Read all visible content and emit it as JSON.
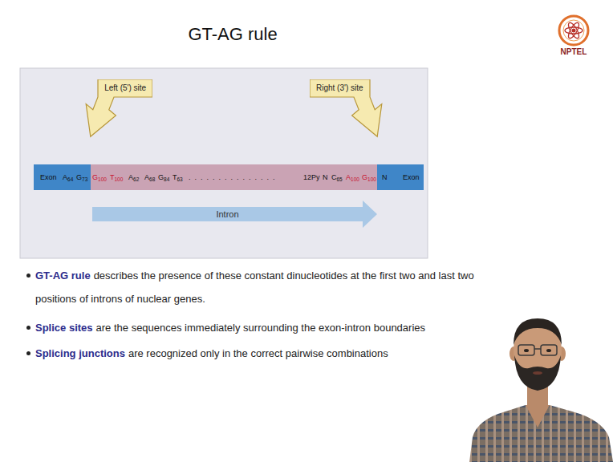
{
  "diagram": {
    "title": "GT-AG rule",
    "nodes": [
      {
        "text": [
          "Left (5') site"
        ]
      },
      {
        "text": [
          "Right (3') site"
        ]
      },
      {
        "text": [
          "Exon",
          "A64",
          "G73"
        ]
      },
      {
        "text": [
          "G100",
          "T100",
          "A62",
          "A68",
          "G84",
          "T63",
          "...............",
          "12Py",
          "N",
          "C65",
          "A100",
          "G100"
        ]
      },
      {
        "text": [
          "N",
          "Exon"
        ]
      },
      {
        "text": [
          "Intron"
        ]
      }
    ],
    "labels": [
      "NPTEL",
      "GT-AG rule",
      "describes the presence of these constant dinucleotides at the first two and last two positions of introns of nuclear genes.",
      "Splice sites",
      "are the sequences immediately surrounding the exon-intron boundaries",
      "Splicing junctions",
      "are recognized only in the correct pairwise combinations"
    ]
  }
}
